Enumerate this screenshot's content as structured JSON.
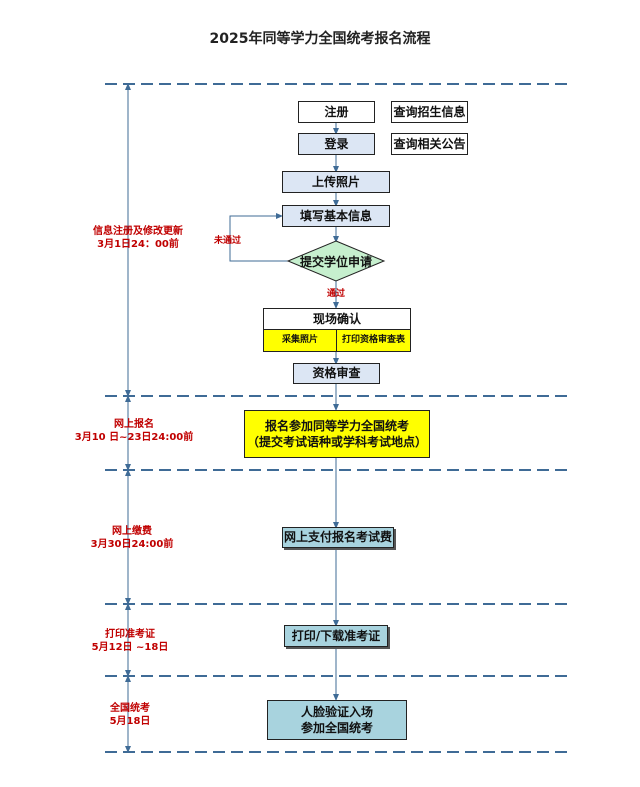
{
  "title": "2025年同等学力全国统考报名流程",
  "steps": {
    "register": "注册",
    "login": "登录",
    "check_enrollment_info": "查询招生信息",
    "check_notices": "查询相关公告",
    "upload_photo": "上传照片",
    "fill_info": "填写基本信息",
    "submit_application": "提交学位申请",
    "onsite_confirm": "现场确认",
    "collect_photo": "采集照片",
    "print_form": "打印资格审查表",
    "qualification_review": "资格审查",
    "exam_signup_line1": "报名参加同等学力全国统考",
    "exam_signup_line2": "（提交考试语种或学科考试地点）",
    "pay_fee": "网上支付报名考试费",
    "print_ticket": "打印/下载准考证",
    "face_verify_line1": "人脸验证入场",
    "face_verify_line2": "参加全国统考"
  },
  "branches": {
    "fail": "未通过",
    "pass": "通过"
  },
  "phases": [
    {
      "line1": "信息注册及修改更新",
      "line2": "3月1日24：00前"
    },
    {
      "line1": "网上报名",
      "line2": "3月10 日~23日24:00前"
    },
    {
      "line1": "网上缴费",
      "line2": "3月30日24:00前"
    },
    {
      "line1": "打印准考证",
      "line2": "5月12日 ~18日"
    },
    {
      "line1": "全国统考",
      "line2": "5月18日"
    }
  ],
  "colors": {
    "divider": "#3f6b96",
    "phase_text": "#c00000",
    "light_blue_box": "#dce6f4",
    "yellow_box": "#ffff00",
    "teal_box": "#a8d3de",
    "diamond": "#c6efce"
  }
}
